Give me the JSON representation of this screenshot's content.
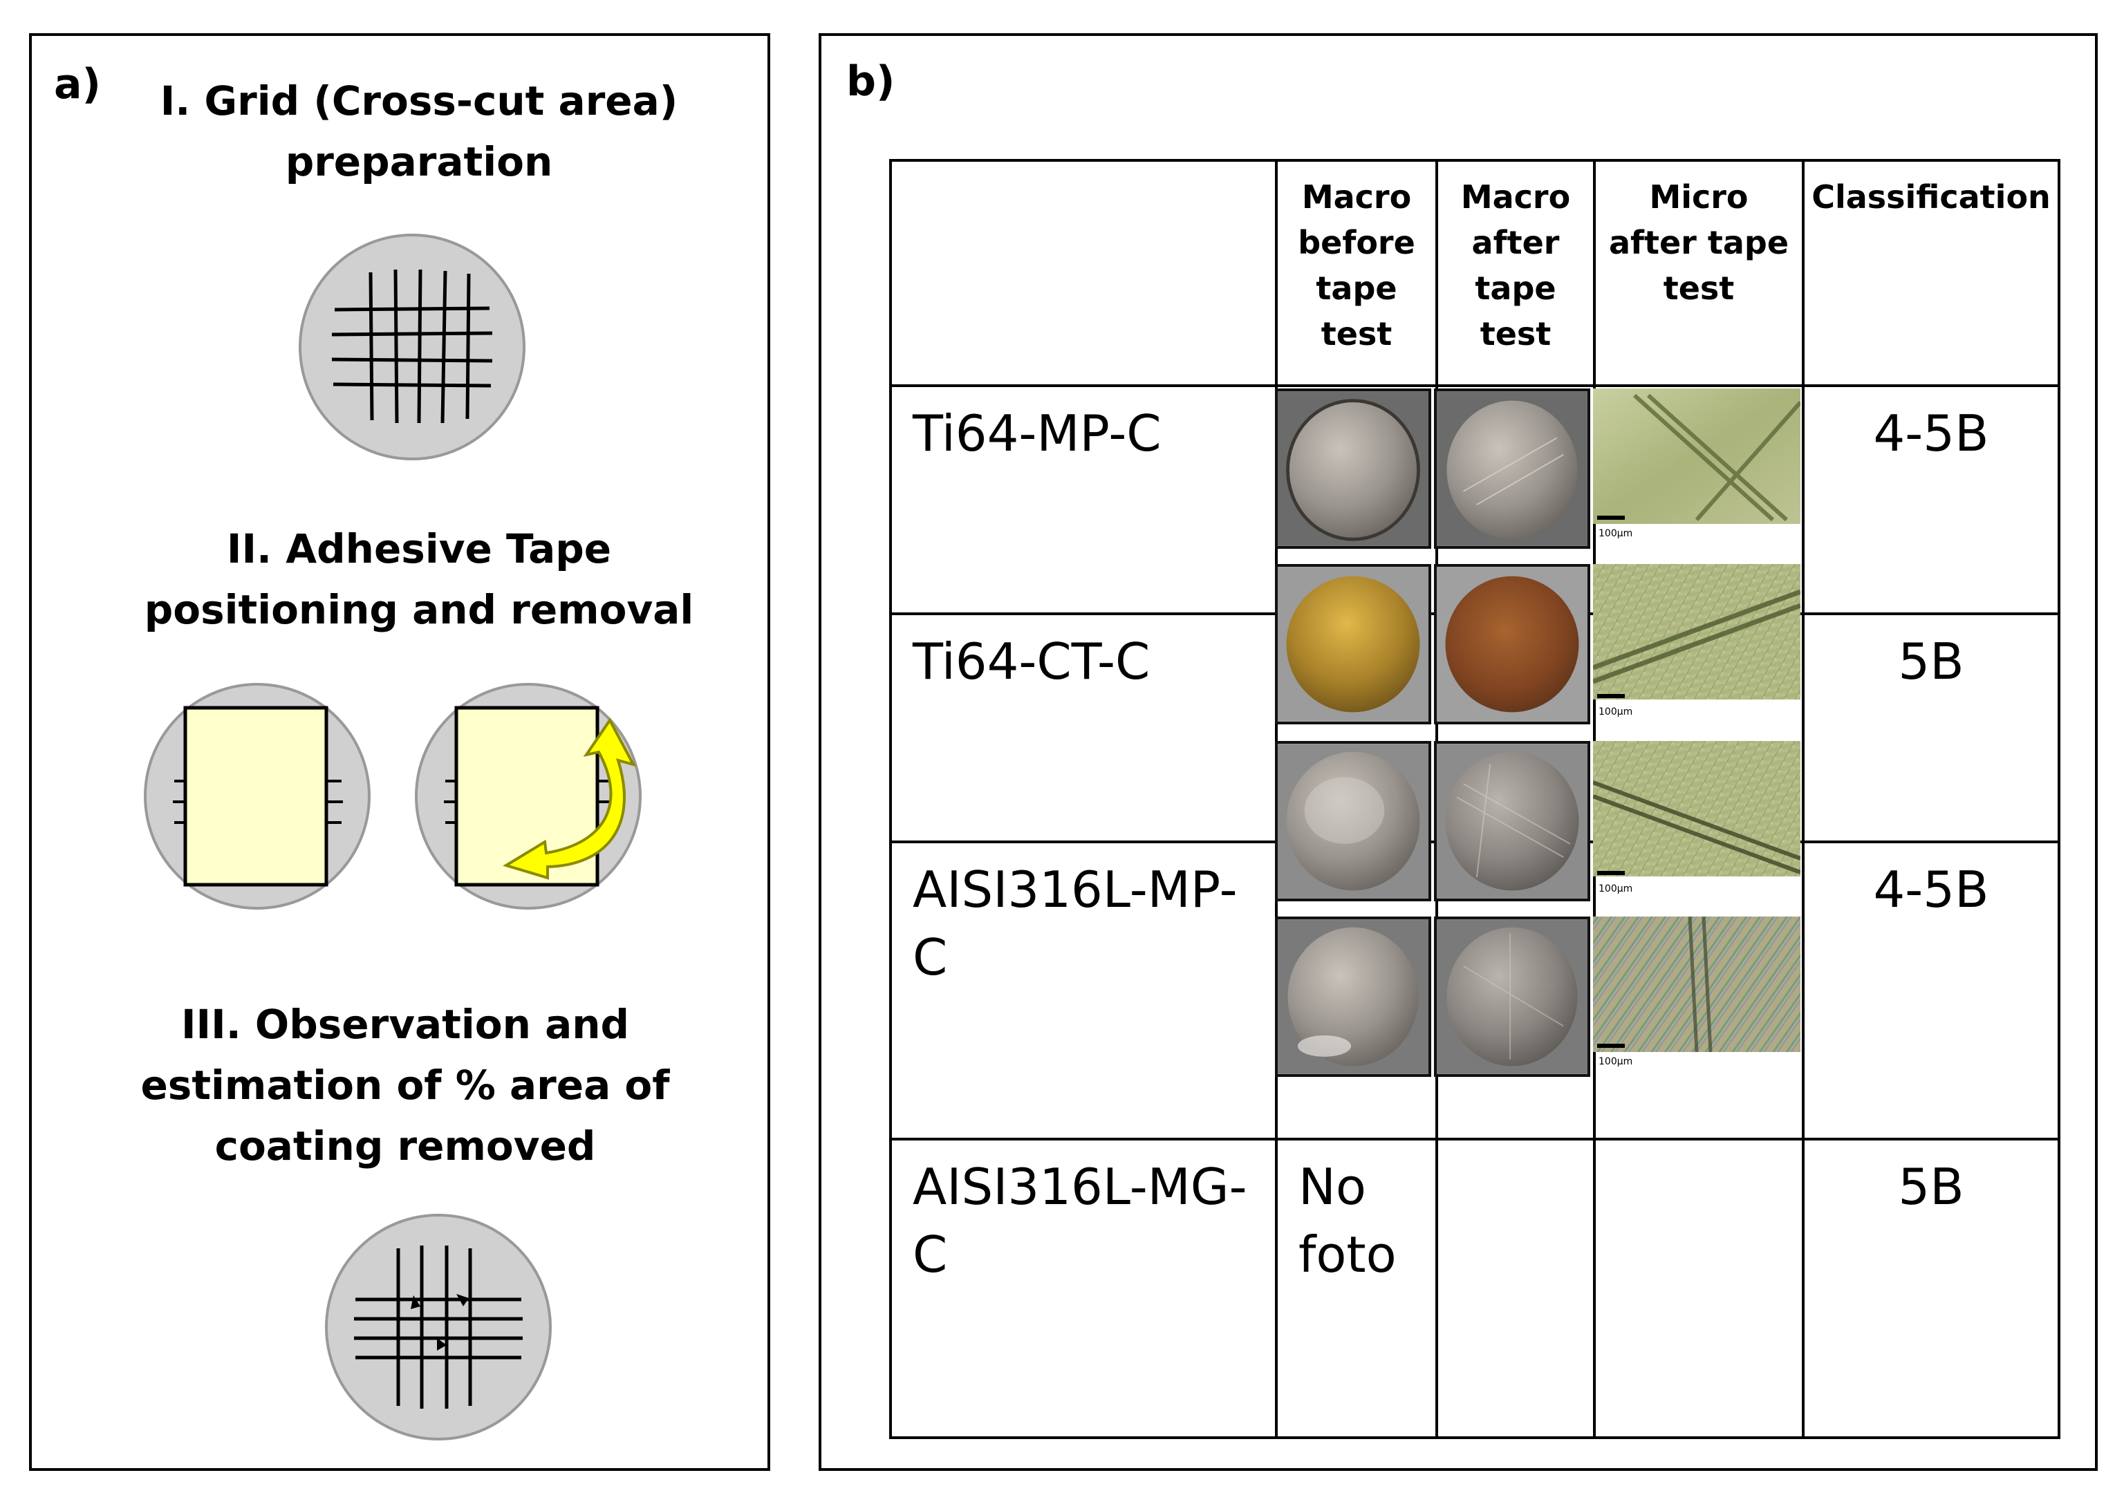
{
  "panel_a": {
    "label": "a)",
    "step1_line1": "I. Grid (Cross-cut area)",
    "step1_line2": "preparation",
    "step2_line1": "II. Adhesive Tape",
    "step2_line2": "positioning and removal",
    "step3_line1": "III. Observation and",
    "step3_line2": "estimation  of % area of",
    "step3_line3": "coating removed"
  },
  "panel_b": {
    "label": "b)",
    "headers": {
      "macro_before": [
        "Macro",
        "before",
        "tape",
        "test"
      ],
      "macro_after": [
        "Macro",
        "after",
        "tape",
        "test"
      ],
      "micro_after": [
        "Micro",
        "after tape",
        "test"
      ],
      "classification": "Classification"
    },
    "rows": [
      {
        "name_l1": "Ti64-MP-C",
        "name_l2": "",
        "classification": "4-5B"
      },
      {
        "name_l1": "Ti64-CT-C",
        "name_l2": "",
        "classification": "5B"
      },
      {
        "name_l1": "AISI316L-MP-",
        "name_l2": "C",
        "classification": "4-5B"
      },
      {
        "name_l1": "AISI316L-MG-",
        "name_l2": "C",
        "classification": "5B"
      }
    ],
    "no_photo_l1": "No",
    "no_photo_l2": "foto",
    "scale_label": "100μm"
  },
  "colors": {
    "disc": "#d0d0d0",
    "tape": "#ffffcc",
    "arrow": "#ffff00"
  }
}
